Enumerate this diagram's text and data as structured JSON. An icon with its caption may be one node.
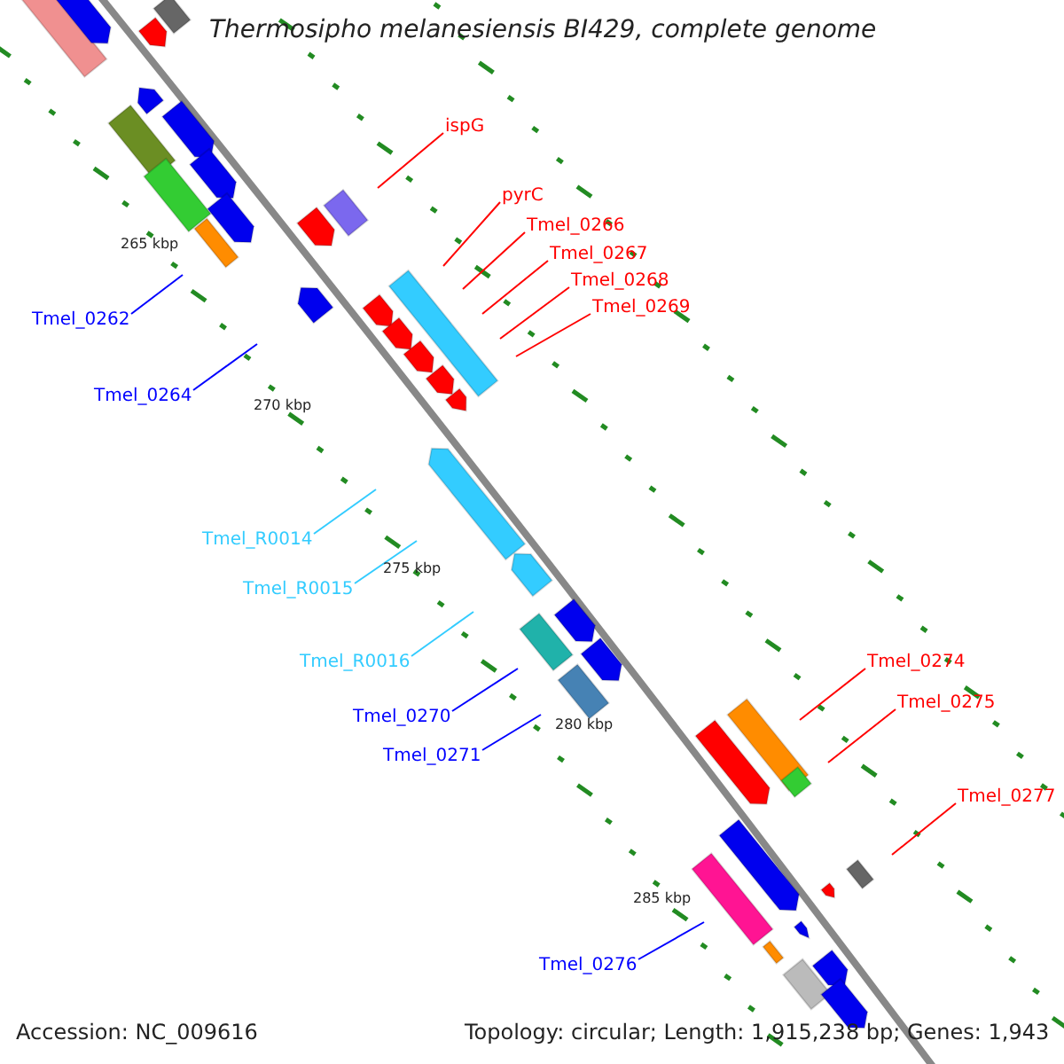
{
  "diagram": {
    "title": "Thermosipho melanesiensis BI429, complete genome",
    "nodes": [
      {
        "text": [
          "ispG"
        ]
      },
      {
        "text": [
          "pyrC"
        ]
      },
      {
        "text": [
          "Tmel_0266"
        ]
      },
      {
        "text": [
          "Tmel_0267"
        ]
      },
      {
        "text": [
          "Tmel_0268"
        ]
      },
      {
        "text": [
          "Tmel_0269"
        ]
      },
      {
        "text": [
          "Tmel_0262"
        ]
      },
      {
        "text": [
          "Tmel_0264"
        ]
      },
      {
        "text": [
          "Tmel_R0014"
        ]
      },
      {
        "text": [
          "Tmel_R0015"
        ]
      },
      {
        "text": [
          "Tmel_R0016"
        ]
      },
      {
        "text": [
          "Tmel_0270"
        ]
      },
      {
        "text": [
          "Tmel_0271"
        ]
      },
      {
        "text": [
          "Tmel_0274"
        ]
      },
      {
        "text": [
          "Tmel_0275"
        ]
      },
      {
        "text": [
          "Tmel_0277"
        ]
      },
      {
        "text": [
          "Tmel_0276"
        ]
      }
    ],
    "edges": [
      {
        "from": 0,
        "to": null,
        "arrow": "none"
      },
      {
        "from": 1,
        "to": null,
        "arrow": "none"
      },
      {
        "from": 2,
        "to": null,
        "arrow": "none"
      },
      {
        "from": 3,
        "to": null,
        "arrow": "none"
      },
      {
        "from": 4,
        "to": null,
        "arrow": "none"
      },
      {
        "from": 5,
        "to": null,
        "arrow": "none"
      },
      {
        "from": 6,
        "to": null,
        "arrow": "none",
        "color": "#0000ff"
      },
      {
        "from": 7,
        "to": null,
        "arrow": "none",
        "color": "#0000ff"
      },
      {
        "from": 8,
        "to": null,
        "arrow": "none",
        "color": "#33ccff"
      },
      {
        "from": 9,
        "to": null,
        "arrow": "none",
        "color": "#33ccff"
      },
      {
        "from": 10,
        "to": null,
        "arrow": "none",
        "color": "#33ccff"
      },
      {
        "from": 11,
        "to": null,
        "arrow": "none",
        "color": "#0000ff"
      },
      {
        "from": 12,
        "to": null,
        "arrow": "none",
        "color": "#0000ff"
      },
      {
        "from": 13,
        "to": null,
        "arrow": "none"
      },
      {
        "from": 14,
        "to": null,
        "arrow": "none"
      },
      {
        "from": 15,
        "to": null,
        "arrow": "none"
      },
      {
        "from": 16,
        "to": null,
        "arrow": "none",
        "color": "#0000ff"
      }
    ],
    "labels": [
      "265 kbp",
      "270 kbp",
      "275 kbp",
      "280 kbp",
      "285 kbp",
      "Accession: NC_009616",
      "Topology: circular; Length: 1,915,238 bp; Genes: 1,943"
    ]
  }
}
